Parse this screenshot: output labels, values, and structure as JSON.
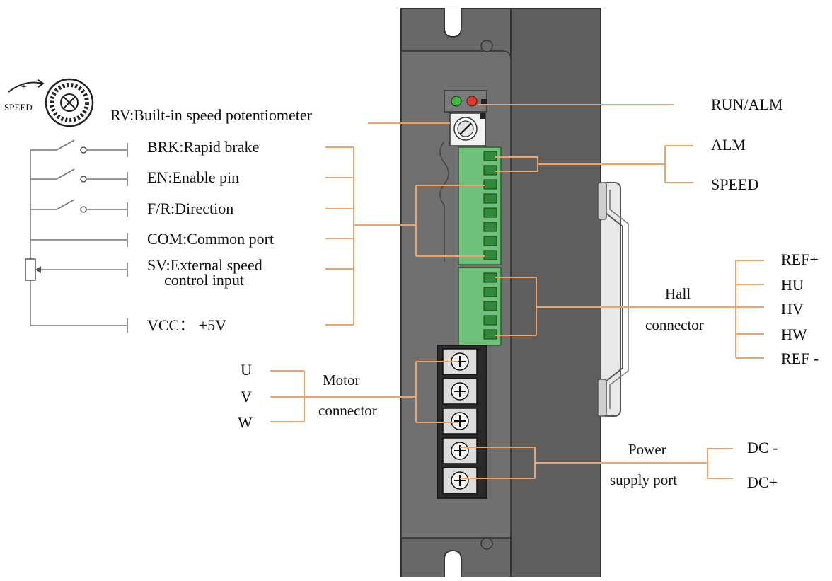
{
  "title": "",
  "speed_icon": {
    "plus": "+",
    "label": "SPEED"
  },
  "labels": {
    "rv": "RV:Built-in speed potentiometer",
    "brk": "BRK:Rapid brake",
    "en": "EN:Enable pin",
    "fr": "F/R:Direction",
    "com": "COM:Common port",
    "sv_line1": "SV:External speed",
    "sv_line2": "control input",
    "vcc": "VCC： +5V",
    "run_alm": "RUN/ALM",
    "alm": "ALM",
    "speed": "SPEED",
    "ref_plus": "REF+",
    "hu": "HU",
    "hv": "HV",
    "hw": "HW",
    "ref_minus": "REF -",
    "hall_line1": "Hall",
    "hall_line2": "connector",
    "u": "U",
    "v": "V",
    "w": "W",
    "motor_line1": "Motor",
    "motor_line2": "connector",
    "power_line1": "Power",
    "power_line2": "supply port",
    "dc_minus": "DC -",
    "dc_plus": "DC+"
  },
  "colors": {
    "housing": "#6b6b6b",
    "housing_dark": "#5a5a5a",
    "wire": "#e8a46c",
    "terminal_green": "#6ec07a",
    "led_green": "#3dbb3d",
    "led_red": "#e03a2a"
  }
}
